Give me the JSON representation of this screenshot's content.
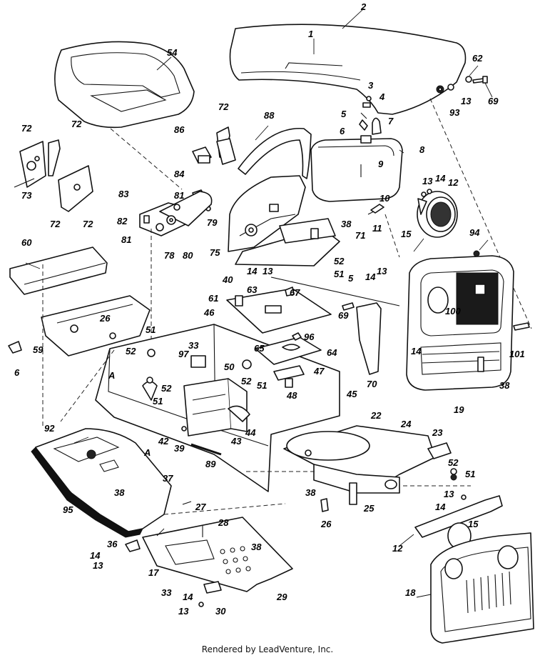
{
  "footer": "Rendered by LeadVenture, Inc.",
  "callouts": [
    {
      "id": "c2",
      "text": "2"
    },
    {
      "id": "c1",
      "text": "1"
    },
    {
      "id": "c62",
      "text": "62"
    },
    {
      "id": "c69a",
      "text": "69"
    },
    {
      "id": "c13a",
      "text": "13"
    },
    {
      "id": "c93",
      "text": "93"
    },
    {
      "id": "c3",
      "text": "3"
    },
    {
      "id": "c4",
      "text": "4"
    },
    {
      "id": "c5a",
      "text": "5"
    },
    {
      "id": "c6a",
      "text": "6"
    },
    {
      "id": "c7",
      "text": "7"
    },
    {
      "id": "c8",
      "text": "8"
    },
    {
      "id": "c9",
      "text": "9"
    },
    {
      "id": "c54",
      "text": "54"
    },
    {
      "id": "c88",
      "text": "88"
    },
    {
      "id": "c72a",
      "text": "72"
    },
    {
      "id": "c86",
      "text": "86"
    },
    {
      "id": "c72b",
      "text": "72"
    },
    {
      "id": "c72c",
      "text": "72"
    },
    {
      "id": "c73",
      "text": "73"
    },
    {
      "id": "c72d",
      "text": "72"
    },
    {
      "id": "c72e",
      "text": "72"
    },
    {
      "id": "c84",
      "text": "84"
    },
    {
      "id": "c83",
      "text": "83"
    },
    {
      "id": "c81a",
      "text": "81"
    },
    {
      "id": "c82",
      "text": "82"
    },
    {
      "id": "c79",
      "text": "79"
    },
    {
      "id": "c81b",
      "text": "81"
    },
    {
      "id": "c78",
      "text": "78"
    },
    {
      "id": "c80",
      "text": "80"
    },
    {
      "id": "c10",
      "text": "10"
    },
    {
      "id": "c11",
      "text": "11"
    },
    {
      "id": "c13b",
      "text": "13"
    },
    {
      "id": "c14a",
      "text": "14"
    },
    {
      "id": "c12a",
      "text": "12"
    },
    {
      "id": "c15a",
      "text": "15"
    },
    {
      "id": "c38a",
      "text": "38"
    },
    {
      "id": "c71",
      "text": "71"
    },
    {
      "id": "c75",
      "text": "75"
    },
    {
      "id": "c52a",
      "text": "52"
    },
    {
      "id": "c51a",
      "text": "51"
    },
    {
      "id": "c14b",
      "text": "14"
    },
    {
      "id": "c13c",
      "text": "13"
    },
    {
      "id": "c40",
      "text": "40"
    },
    {
      "id": "c67",
      "text": "67"
    },
    {
      "id": "c5b",
      "text": "5"
    },
    {
      "id": "c14c",
      "text": "14"
    },
    {
      "id": "c13d",
      "text": "13"
    },
    {
      "id": "c94",
      "text": "94"
    },
    {
      "id": "c60",
      "text": "60"
    },
    {
      "id": "c63",
      "text": "63"
    },
    {
      "id": "c61",
      "text": "61"
    },
    {
      "id": "c46",
      "text": "46"
    },
    {
      "id": "c26a",
      "text": "26"
    },
    {
      "id": "c69b",
      "text": "69"
    },
    {
      "id": "c100",
      "text": "100"
    },
    {
      "id": "c101",
      "text": "101"
    },
    {
      "id": "c96",
      "text": "96"
    },
    {
      "id": "c59",
      "text": "59"
    },
    {
      "id": "c51b",
      "text": "51"
    },
    {
      "id": "c6b",
      "text": "6"
    },
    {
      "id": "c52b",
      "text": "52"
    },
    {
      "id": "c33a",
      "text": "33"
    },
    {
      "id": "c97",
      "text": "97"
    },
    {
      "id": "c65",
      "text": "65"
    },
    {
      "id": "c64",
      "text": "64"
    },
    {
      "id": "c14d",
      "text": "14"
    },
    {
      "id": "c50",
      "text": "50"
    },
    {
      "id": "cA1",
      "text": "A"
    },
    {
      "id": "c52c",
      "text": "52"
    },
    {
      "id": "c51c",
      "text": "51"
    },
    {
      "id": "c47",
      "text": "47"
    },
    {
      "id": "c52d",
      "text": "52"
    },
    {
      "id": "c51d",
      "text": "51"
    },
    {
      "id": "c48",
      "text": "48"
    },
    {
      "id": "c45",
      "text": "45"
    },
    {
      "id": "c70",
      "text": "70"
    },
    {
      "id": "c38b",
      "text": "38"
    },
    {
      "id": "c19",
      "text": "19"
    },
    {
      "id": "c44",
      "text": "44"
    },
    {
      "id": "c43",
      "text": "43"
    },
    {
      "id": "c42",
      "text": "42"
    },
    {
      "id": "c22",
      "text": "22"
    },
    {
      "id": "c24",
      "text": "24"
    },
    {
      "id": "c23",
      "text": "23"
    },
    {
      "id": "c92",
      "text": "92"
    },
    {
      "id": "c39",
      "text": "39"
    },
    {
      "id": "cA2",
      "text": "A"
    },
    {
      "id": "c89",
      "text": "89"
    },
    {
      "id": "c52e",
      "text": "52"
    },
    {
      "id": "c51e",
      "text": "51"
    },
    {
      "id": "c37",
      "text": "37"
    },
    {
      "id": "c38c",
      "text": "38"
    },
    {
      "id": "c38d",
      "text": "38"
    },
    {
      "id": "c95",
      "text": "95"
    },
    {
      "id": "c27",
      "text": "27"
    },
    {
      "id": "c25",
      "text": "25"
    },
    {
      "id": "c26b",
      "text": "26"
    },
    {
      "id": "c13e",
      "text": "13"
    },
    {
      "id": "c14e",
      "text": "14"
    },
    {
      "id": "c15b",
      "text": "15"
    },
    {
      "id": "c12b",
      "text": "12"
    },
    {
      "id": "c28",
      "text": "28"
    },
    {
      "id": "c36",
      "text": "36"
    },
    {
      "id": "c38e",
      "text": "38"
    },
    {
      "id": "c14f",
      "text": "14"
    },
    {
      "id": "c13f",
      "text": "13"
    },
    {
      "id": "c17",
      "text": "17"
    },
    {
      "id": "c33b",
      "text": "33"
    },
    {
      "id": "c29",
      "text": "29"
    },
    {
      "id": "c14g",
      "text": "14"
    },
    {
      "id": "c13g",
      "text": "13"
    },
    {
      "id": "c30",
      "text": "30"
    },
    {
      "id": "c18",
      "text": "18"
    }
  ]
}
